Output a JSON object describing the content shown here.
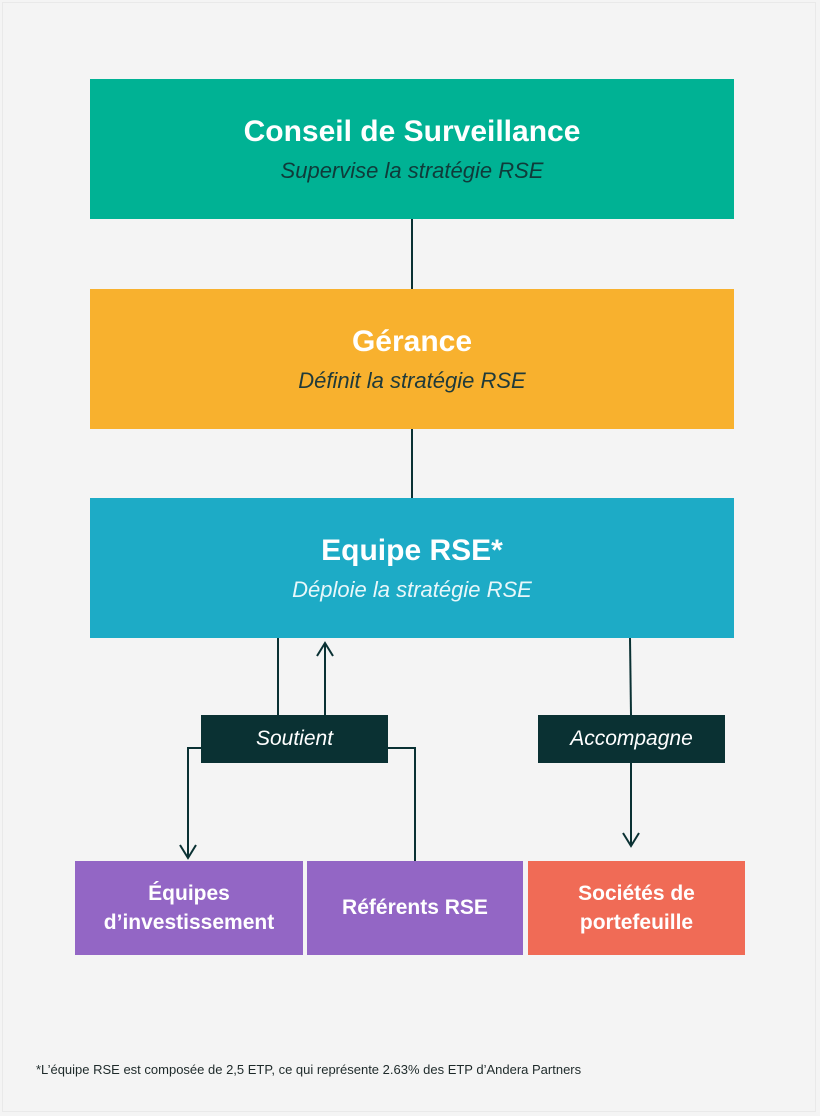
{
  "nodes": {
    "conseil": {
      "title": "Conseil de Surveillance",
      "subtitle": "Supervise la stratégie RSE",
      "color": "#00b294"
    },
    "gerance": {
      "title": "Gérance",
      "subtitle": "Définit la stratégie RSE",
      "color": "#f8b12e"
    },
    "equipe": {
      "title": "Equipe RSE*",
      "subtitle": "Déploie la stratégie RSE",
      "color": "#1dabc6"
    },
    "equipes_investissement": {
      "line1": "Équipes",
      "line2": "d’investissement",
      "color": "#9366c5"
    },
    "referents": {
      "label": "Référents RSE",
      "color": "#9366c5"
    },
    "societes": {
      "line1": "Sociétés de",
      "line2": "portefeuille",
      "color": "#f06b56"
    }
  },
  "edges": {
    "soutient": "Soutient",
    "accompagne": "Accompagne",
    "line_color": "#0a3133"
  },
  "footnote": "*L’équipe RSE est composée de 2,5 ETP, ce qui représente 2.63% des ETP d’Andera Partners"
}
